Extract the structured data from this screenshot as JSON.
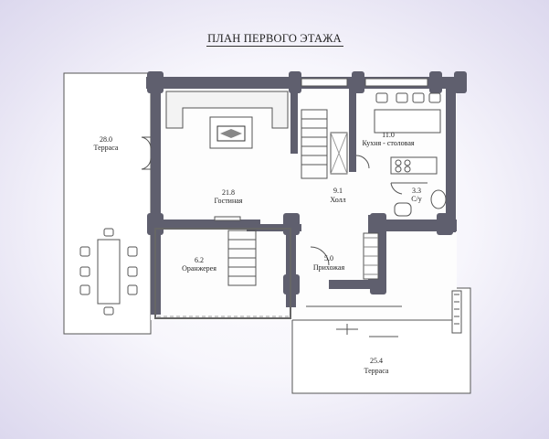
{
  "plan": {
    "title": "ПЛАН ПЕРВОГО ЭТАЖА",
    "rooms": [
      {
        "id": "terrace-west",
        "area": "28.0",
        "name": "Терраса"
      },
      {
        "id": "living-room",
        "area": "21.8",
        "name": "Гостиная"
      },
      {
        "id": "hall",
        "area": "9.1",
        "name": "Холл"
      },
      {
        "id": "kitchen",
        "area": "11.0",
        "name": "Кухня - столовая"
      },
      {
        "id": "bathroom",
        "area": "3.3",
        "name": "С/у"
      },
      {
        "id": "greenhouse",
        "area": "6.2",
        "name": "Оранжерея"
      },
      {
        "id": "entrance",
        "area": "5.0",
        "name": "Прихожая"
      },
      {
        "id": "terrace-south",
        "area": "25.4",
        "name": "Терраса"
      }
    ],
    "colors": {
      "wall": "#5f5f6e",
      "terrace": "#ffffff",
      "line": "#555555"
    }
  }
}
